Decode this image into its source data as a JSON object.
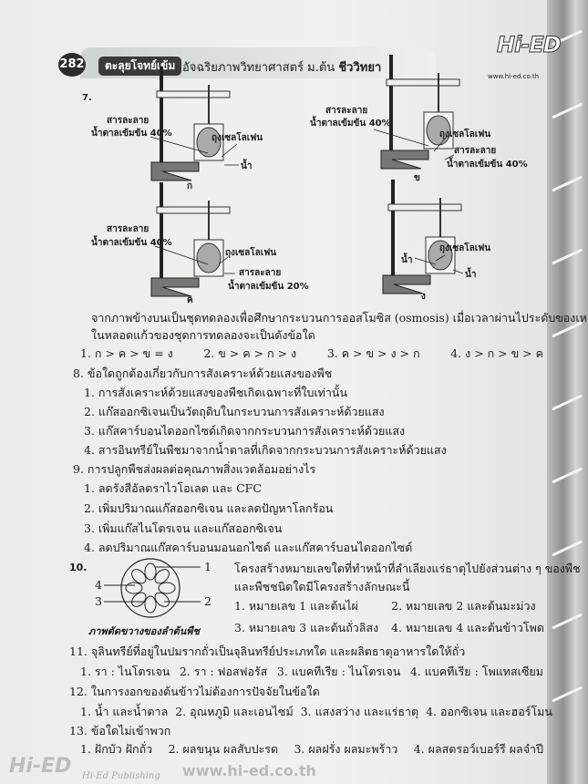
{
  "header": {
    "page_number": "282",
    "series": "ตะลุยโจทย์เข้ม",
    "title": "อัจฉริยภาพวิทยาศาสตร์ ม.ต้น",
    "subject": "ชีววิทยา",
    "logo": "Hi-ED",
    "url": "www.hi-ed.co.th"
  },
  "q7": {
    "number": "7.",
    "labels": {
      "solution": "สารละลาย",
      "sugar40": "น้ำตาลเข้มข้น 40%",
      "sugar20": "น้ำตาลเข้มข้น 20%",
      "bag": "ถุงเซลโลเฟน",
      "water": "น้ำ"
    },
    "setups": [
      "ก",
      "ข",
      "ค",
      "ง"
    ],
    "text1": "จากภาพข้างบนเป็นชุดทดลองเพื่อศึกษากระบวนการออสโมซิส (osmosis) เมื่อเวลาผ่านไประดับของเหลว",
    "text2": "ในหลอดแก้วของชุดการทดลองจะเป็นดังข้อใด",
    "options": [
      "1. ก > ค > ข = ง",
      "2. ข > ค > ก > ง",
      "3. ค > ข > ง > ก",
      "4. ง > ก > ข > ค"
    ]
  },
  "q8": {
    "question": "8.  ข้อใดถูกต้องเกี่ยวกับการสังเคราะห์ด้วยแสงของพืช",
    "options": [
      "1.  การสังเคราะห์ด้วยแสงของพืชเกิดเฉพาะที่ใบเท่านั้น",
      "2.  แก๊สออกซิเจนเป็นวัตถุดิบในกระบวนการสังเคราะห์ด้วยแสง",
      "3.  แก๊สคาร์บอนไดออกไซด์เกิดจากกระบวนการสังเคราะห์ด้วยแสง",
      "4.  สารอินทรีย์ในพืชมาจากน้ำตาลที่เกิดจากกระบวนการสังเคราะห์ด้วยแสง"
    ]
  },
  "q9": {
    "question": "9.  การปลูกพืชส่งผลต่อคุณภาพสิ่งแวดล้อมอย่างไร",
    "options": [
      "1.  ลดรังสีอัลตราไวโอเลต และ CFC",
      "2.  เพิ่มปริมาณแก๊สออกซิเจน และลดปัญหาโลกร้อน",
      "3.  เพิ่มแก๊สไนโตรเจน และแก๊สออกซิเจน",
      "4.  ลดปริมาณแก๊สคาร์บอนมอนอกไซด์ และแก๊สคาร์บอนไดออกไซด์"
    ]
  },
  "q10": {
    "number": "10.",
    "text1": "โครงสร้างหมายเลขใดที่ทำหน้าที่ลำเลียงแร่ธาตุไปยังส่วนต่าง ๆ ของพืช",
    "text2": "และพืชชนิดใดมีโครงสร้างลักษณะนี้",
    "diagram_labels": [
      "1",
      "2",
      "3",
      "4"
    ],
    "caption": "ภาพตัดขวางของลำต้นพืช",
    "options": [
      "1.  หมายเลข 1 และต้นไผ่",
      "2.  หมายเลข 2 และต้นมะม่วง",
      "3.  หมายเลข 3 และต้นถั่วลิสง",
      "4.  หมายเลข 4 และต้นข้าวโพด"
    ]
  },
  "q11": {
    "question": "11.  จุลินทรีย์ที่อยู่ในปมรากถั่วเป็นจุลินทรีย์ประเภทใด และผลิตธาตุอาหารใดให้ถั่ว",
    "options": [
      "1.  รา : ไนโตรเจน",
      "2.  รา : ฟอสฟอรัส",
      "3.  แบคทีเรีย : ไนโตรเจน",
      "4.  แบคทีเรีย : โพแทสเซียม"
    ]
  },
  "q12": {
    "question": "12.  ในการงอกของต้นข้าวไม่ต้องการปัจจัยในข้อใด",
    "options": [
      "1.  น้ำ และน้ำตาล",
      "2.  อุณหภูมิ และเอนไซม์",
      "3.  แสงสว่าง และแร่ธาตุ",
      "4.  ออกซิเจน และฮอร์โมน"
    ]
  },
  "q13": {
    "question": "13.  ข้อใดไม่เข้าพวก",
    "options": [
      "1.  ฝักบัว ฝักถั่ว",
      "2.  ผลขนุน ผลสับปะรด",
      "3.  ผลฝรั่ง ผลมะพร้าว",
      "4.  ผลสตรอว์เบอร์รี ผลจำปี"
    ]
  },
  "watermark": {
    "logo": "Hi-ED",
    "publisher": "Hi-Ed Publishing",
    "url": "www.hi-ed.co.th"
  }
}
